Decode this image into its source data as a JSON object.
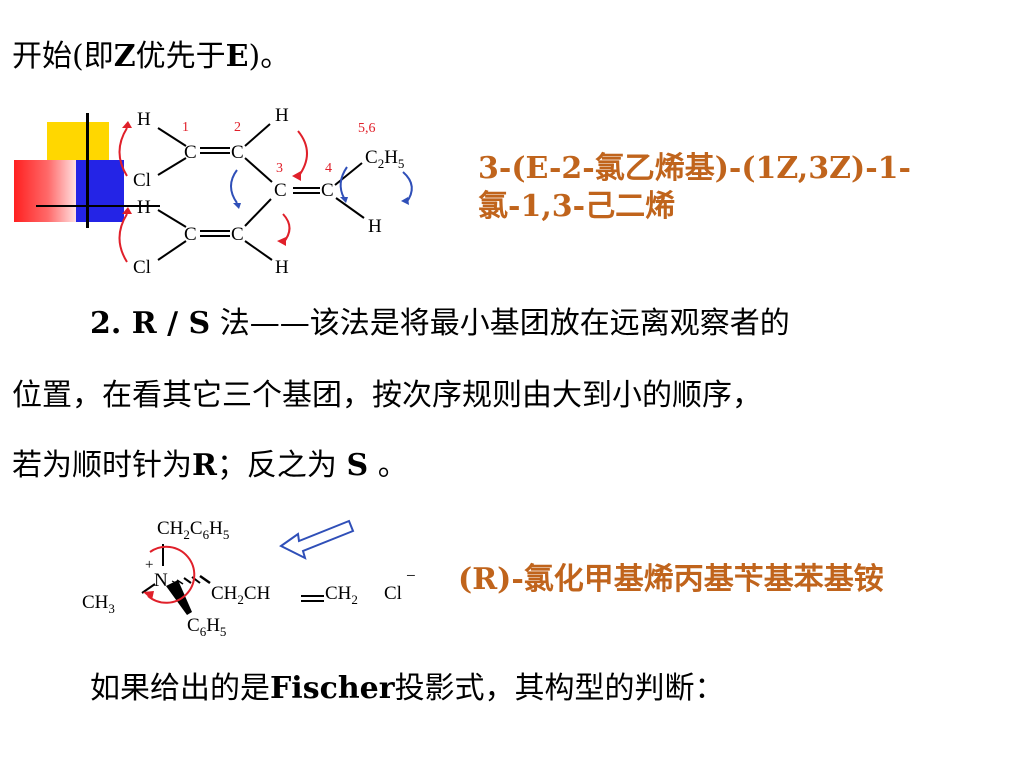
{
  "colors": {
    "accent_text": "#c0641c",
    "arrow_red": "#e0202a",
    "arrow_blue": "#2f4fb8",
    "deco_yellow": "#ffd700",
    "deco_blue": "#1a1ae0",
    "deco_red": "#ff2a2a"
  },
  "line1": {
    "text_a": "开始(即",
    "z": "Z",
    "text_b": "优先于",
    "e": "E",
    "text_c": ")。"
  },
  "diagram1": {
    "atoms": {
      "h1": "H",
      "h2": "H",
      "cl1": "Cl",
      "h3": "H",
      "c1": "C",
      "c2": "C",
      "c3": "C",
      "c4": "C",
      "c5": "C",
      "c6": "C",
      "h4": "H",
      "cl2": "Cl",
      "h5": "H",
      "c2h5_c": "C",
      "c2h5_2": "2",
      "c2h5_h": "H",
      "c2h5_5": "5"
    },
    "numbers": {
      "n1": "1",
      "n2": "2",
      "n3": "3",
      "n4": "4",
      "n56": "5,6"
    }
  },
  "name1": {
    "line1": "3-(E-2-氯乙烯基)-(1Z,3Z)-1-",
    "line2": "氯-1,3-己二烯"
  },
  "rs_para": {
    "num": "2. R / S",
    "text1": " 法——该法是将最小基团放在远离观察者的",
    "line2": "位置，在看其它三个基团，按次序规则由大到小的顺序，",
    "line3_a": "若为顺时针为",
    "line3_r": "R",
    "line3_b": "；反之为 ",
    "line3_s": "S",
    "line3_c": " 。"
  },
  "diagram2": {
    "top_ch": "CH",
    "top_2": "2",
    "top_c": "C",
    "top_6": "6",
    "top_h": "H",
    "top_5": "5",
    "plus": "+",
    "n": "N",
    "minus": "−",
    "chain_ch2": "CH",
    "chain_2a": "2",
    "chain_ch": "CH",
    "chain_ch2b": "CH",
    "chain_2b": "2",
    "cl": "Cl",
    "ch3_ch": "CH",
    "ch3_3": "3",
    "bot_c": "C",
    "bot_6": "6",
    "bot_h": "H",
    "bot_5": "5"
  },
  "name2": "(R)-氯化甲基烯丙基苄基苯基铵",
  "fischer": {
    "a": "如果给出的是",
    "b": "Fischer",
    "c": "投影式，其构型的判断："
  }
}
